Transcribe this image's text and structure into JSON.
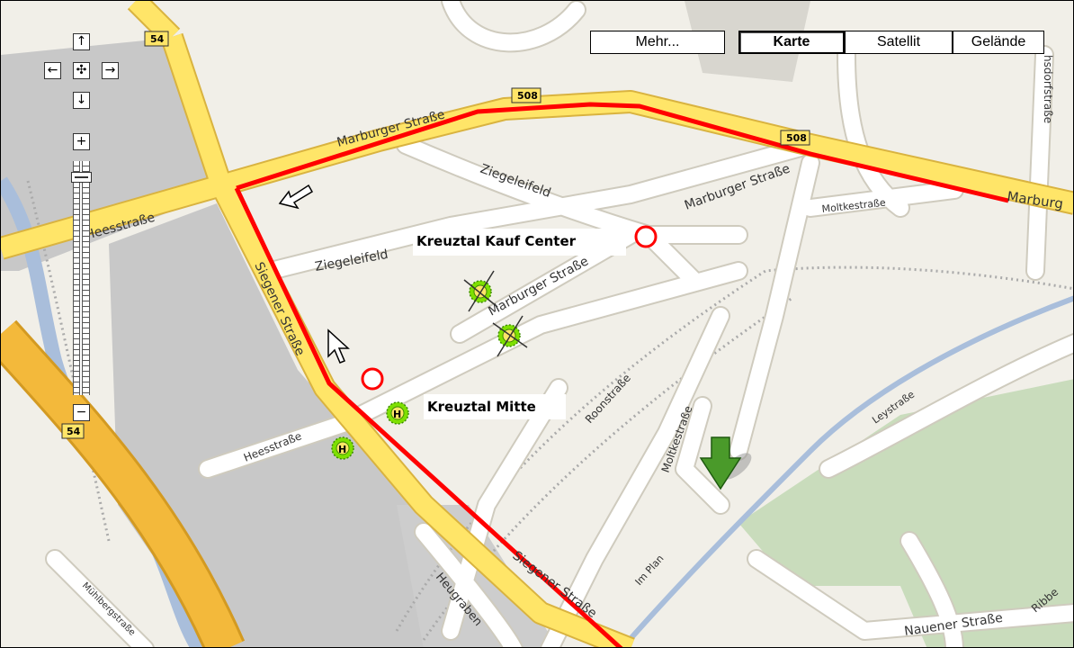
{
  "map_type_buttons": [
    {
      "label": "Mehr...",
      "active": false
    },
    {
      "label": "Karte",
      "active": true
    },
    {
      "label": "Satellit",
      "active": false
    },
    {
      "label": "Gelände",
      "active": false
    }
  ],
  "nav_controls": {
    "up": "↑",
    "left": "←",
    "center": "✣",
    "right": "→",
    "down": "↓",
    "zoom_in": "+",
    "zoom_out": "−",
    "zoom_level_fraction": 0.05
  },
  "places": {
    "kauf_center": "Kreuztal Kauf Center",
    "mitte": "Kreuztal Mitte"
  },
  "road_labels": {
    "marburger_1": "Marburger Straße",
    "marburger_2": "Marburger Straße",
    "marburger_3": "Marburger Straße",
    "marburg_edge": "Marburg",
    "ziegeleifeld_1": "Ziegeleifeld",
    "ziegeleifeld_2": "Ziegeleifeld",
    "heesstrasse_1": "Heesstraße",
    "heesstrasse_2": "Heesstraße",
    "siegener_1": "Siegener Straße",
    "siegener_2": "Siegener Straße",
    "moltkestrasse_1": "Moltkestraße",
    "moltkestrasse_2": "Moltkestraße",
    "roonstrasse": "Roonstraße",
    "leystrasse": "Leystraße",
    "im_plan": "Im Plan",
    "heugraben": "Heugraben",
    "nauener": "Nauener Straße",
    "ribbe": "Ribbe",
    "muehlberg": "Mühlbergstraße",
    "dorfstrasse": "hsdorfstraße"
  },
  "shields": {
    "s54_top": "54",
    "s508_a": "508",
    "s508_b": "508",
    "s54_bottom": "54"
  },
  "stop_marker_text": "H",
  "colors": {
    "map_bg": "#f1efe8",
    "road_major": "#ffe568",
    "road_major_edge": "#d9b340",
    "highway": "#f3b93b",
    "road_minor": "#ffffff",
    "building_area": "#c8c8c8",
    "water": "#a9bedb",
    "park": "#c9dcbc",
    "route": "#ff0000",
    "stop_marker": "#7ee000",
    "pin": "#4a9a2a"
  }
}
